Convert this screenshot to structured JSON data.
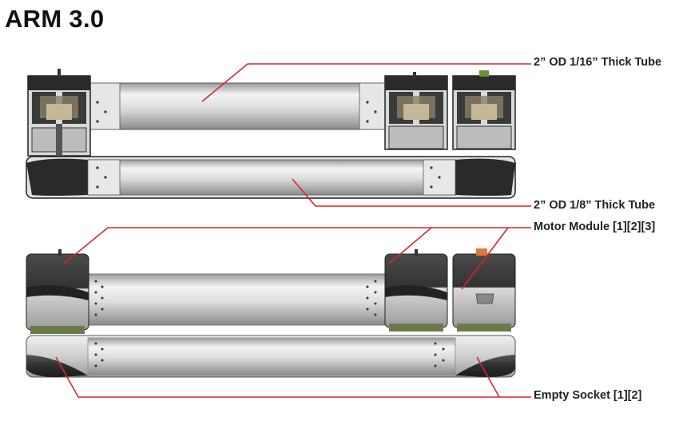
{
  "title": "ARM 3.0",
  "callouts": {
    "thin_tube": "2” OD 1/16” Thick Tube",
    "thick_tube": "2” OD 1/8” Thick Tube",
    "motor_module": "Motor Module [1][2][3]",
    "empty_socket": "Empty Socket [1][2]"
  },
  "colors": {
    "leader_line": "#d8262b",
    "motor_dark": "#3a3a3a",
    "tube_light": "#e8e8e8"
  }
}
